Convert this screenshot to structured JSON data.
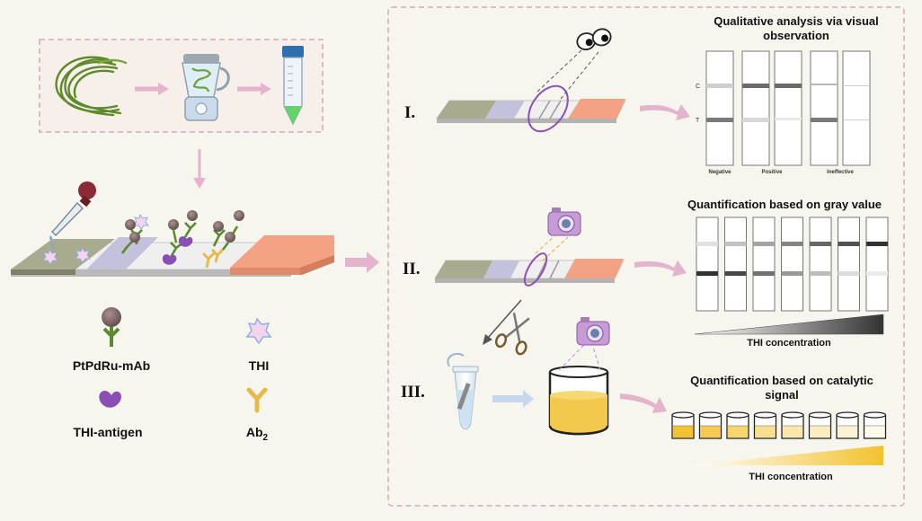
{
  "legend": {
    "probe": "PtPdRu-mAb",
    "target": "THI",
    "antigen": "THI-antigen",
    "ab2_base": "Ab",
    "ab2_sub": "2"
  },
  "steps": {
    "one": "I.",
    "two": "II.",
    "three": "III."
  },
  "qualitative": {
    "title_line1": "Qualitative analysis via visual",
    "title_line2": "observation",
    "c_label": "C",
    "t_label": "T",
    "negative": "Negative",
    "positive": "Positive",
    "ineffective": "Ineffective"
  },
  "gray": {
    "title": "Quantification based on gray value",
    "axis": "THI concentration",
    "t_levels": [
      0.95,
      0.85,
      0.65,
      0.45,
      0.28,
      0.12,
      0.05
    ],
    "c_levels": [
      0.1,
      0.25,
      0.4,
      0.55,
      0.7,
      0.8,
      0.95
    ]
  },
  "catalytic": {
    "title_line1": "Quantification based on catalytic",
    "title_line2": "signal",
    "axis": "THI concentration",
    "fill_levels": [
      1.0,
      0.85,
      0.7,
      0.55,
      0.4,
      0.3,
      0.2,
      0.1
    ]
  },
  "colors": {
    "pink_arrow": "#e3b4cc",
    "dashed_border": "#cf9bb4",
    "sample_pad": "#a9ab8f",
    "conjugate_pad": "#c4c1dc",
    "absorbent_pad": "#f3a283",
    "yellow_signal": "#f2c94c",
    "purple_ring": "#8e4fb8",
    "camera": "#c79bd6"
  },
  "icons": [
    "eyes-icon",
    "camera-icon",
    "scissors-icon",
    "dropper-icon",
    "blender-icon",
    "centrifuge-tube-icon",
    "vegetable-icon"
  ]
}
